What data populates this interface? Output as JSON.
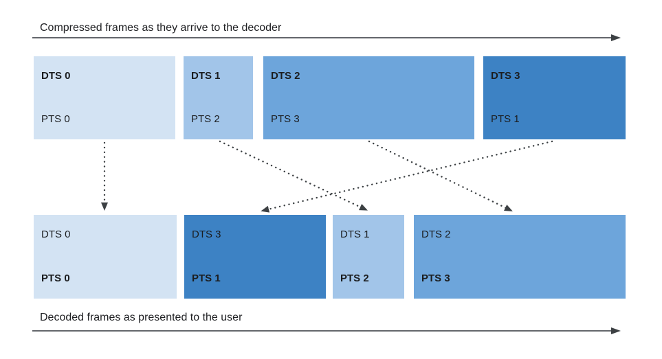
{
  "top_timeline": {
    "label": "Compressed frames as they arrive to the decoder"
  },
  "bottom_timeline": {
    "label": "Decoded frames as presented to the user"
  },
  "compressed_frames": [
    {
      "dts": "DTS 0",
      "pts": "PTS 0",
      "color": "#d3e3f3"
    },
    {
      "dts": "DTS 1",
      "pts": "PTS 2",
      "color": "#a2c5e9"
    },
    {
      "dts": "DTS 2",
      "pts": "PTS 3",
      "color": "#6da5db"
    },
    {
      "dts": "DTS 3",
      "pts": "PTS 1",
      "color": "#3d82c4"
    }
  ],
  "decoded_frames": [
    {
      "dts": "DTS 0",
      "pts": "PTS 0",
      "color": "#d3e3f3"
    },
    {
      "dts": "DTS 3",
      "pts": "PTS 1",
      "color": "#3d82c4"
    },
    {
      "dts": "DTS 1",
      "pts": "PTS 2",
      "color": "#a2c5e9"
    },
    {
      "dts": "DTS 2",
      "pts": "PTS 3",
      "color": "#6da5db"
    }
  ],
  "colors": {
    "timeline_line": "#4d5156",
    "mapping_arrow": "#3c4043",
    "text": "#202124",
    "frame_lightest": "#d3e3f3",
    "frame_light": "#a2c5e9",
    "frame_medium": "#6da5db",
    "frame_dark": "#3d82c4"
  }
}
